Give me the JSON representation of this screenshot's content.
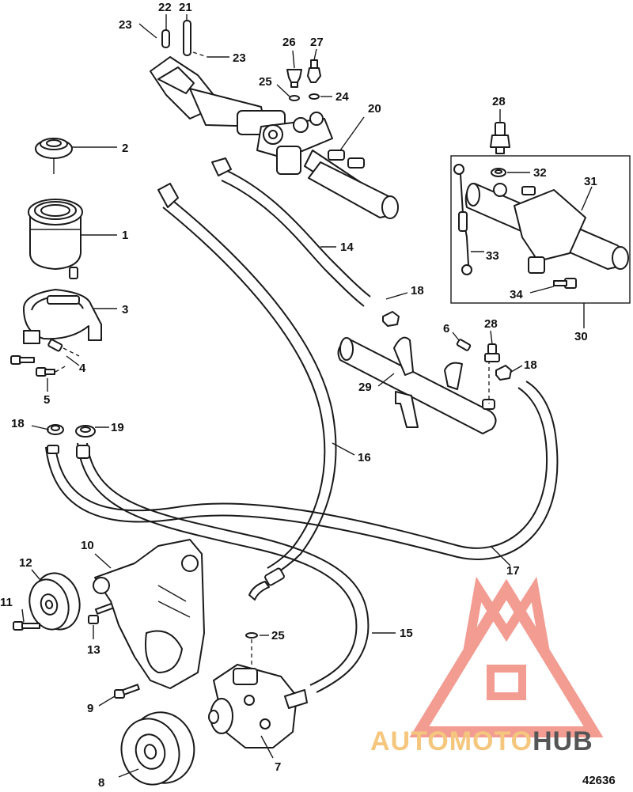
{
  "diagram": {
    "figure_number": "42636",
    "callouts": [
      "1",
      "2",
      "3",
      "4",
      "5",
      "6",
      "7",
      "8",
      "9",
      "10",
      "11",
      "12",
      "13",
      "14",
      "15",
      "16",
      "17",
      "18",
      "18",
      "18",
      "19",
      "20",
      "21",
      "22",
      "23",
      "23",
      "24",
      "25",
      "25",
      "26",
      "27",
      "28",
      "28",
      "29",
      "30",
      "31",
      "32",
      "33",
      "34"
    ]
  },
  "watermark": {
    "brand_part1": "AUTOMOTO",
    "brand_part2": "HUB",
    "colors": {
      "logo": "#f08b80",
      "part1": "#f5c77e",
      "part2": "#555555"
    }
  }
}
